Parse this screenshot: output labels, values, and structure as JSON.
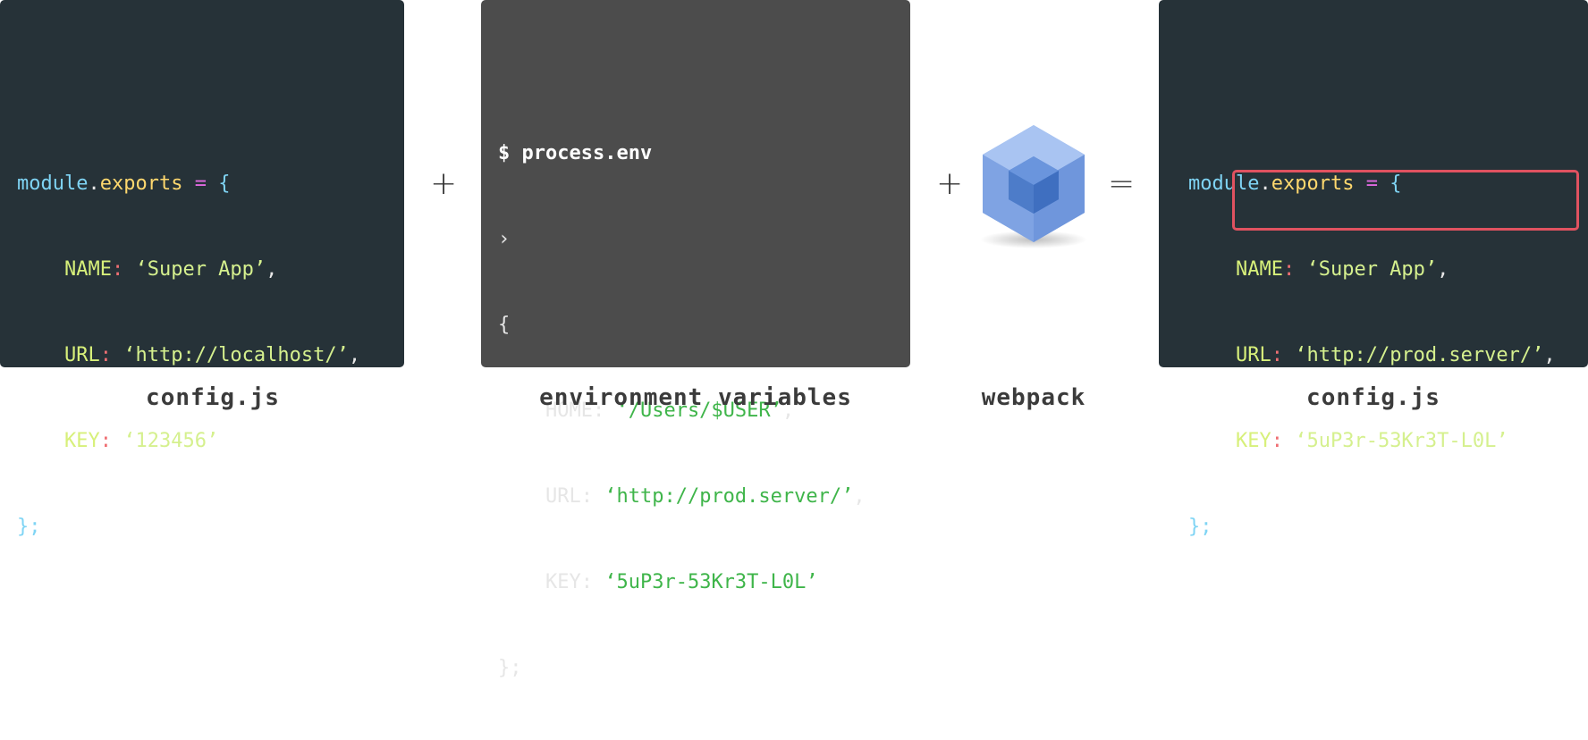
{
  "panels": {
    "left": {
      "lines": [
        {
          "a": "module",
          "b": ".",
          "c": "exports",
          "d": " = ",
          "e": "{"
        },
        {
          "key": "NAME",
          "colon": ":",
          "val": " ‘Super App’",
          "tail": ","
        },
        {
          "key": "URL",
          "colon": ":",
          "val": " ‘http://localhost/’",
          "tail": ","
        },
        {
          "key": "KEY",
          "colon": ":",
          "val": " ‘123456’",
          "tail": ""
        },
        {
          "close": "};"
        }
      ],
      "caption": "config.js"
    },
    "middle": {
      "prompt": "$ process.env",
      "arrow": "›",
      "open": "{",
      "entries": [
        {
          "key": "HOME",
          "val": "‘/Users/$USER’"
        },
        {
          "key": "URL",
          "val": "‘http://prod.server/’"
        },
        {
          "key": "KEY",
          "val": "‘5uP3r-53Kr3T-L0L’"
        }
      ],
      "close": "};",
      "caption": "environment variables"
    },
    "webpack": {
      "caption": "webpack"
    },
    "right": {
      "lines": [
        {
          "a": "module",
          "b": ".",
          "c": "exports",
          "d": " = ",
          "e": "{"
        },
        {
          "key": "NAME",
          "colon": ":",
          "val": " ‘Super App’",
          "tail": ","
        },
        {
          "key": "URL",
          "colon": ":",
          "val": " ‘http://prod.server/’",
          "tail": ","
        },
        {
          "key": "KEY",
          "colon": ":",
          "val": " ‘5uP3r-53Kr3T-L0L’",
          "tail": ""
        },
        {
          "close": "};"
        }
      ],
      "caption": "config.js"
    }
  },
  "symbols": {
    "plus1": "+",
    "plus2": "+",
    "equals": "="
  },
  "colors": {
    "panel_dark": "#263238",
    "panel_grey": "#4c4c4c",
    "highlight": "#e05260",
    "string_green": "#3fb54a"
  }
}
